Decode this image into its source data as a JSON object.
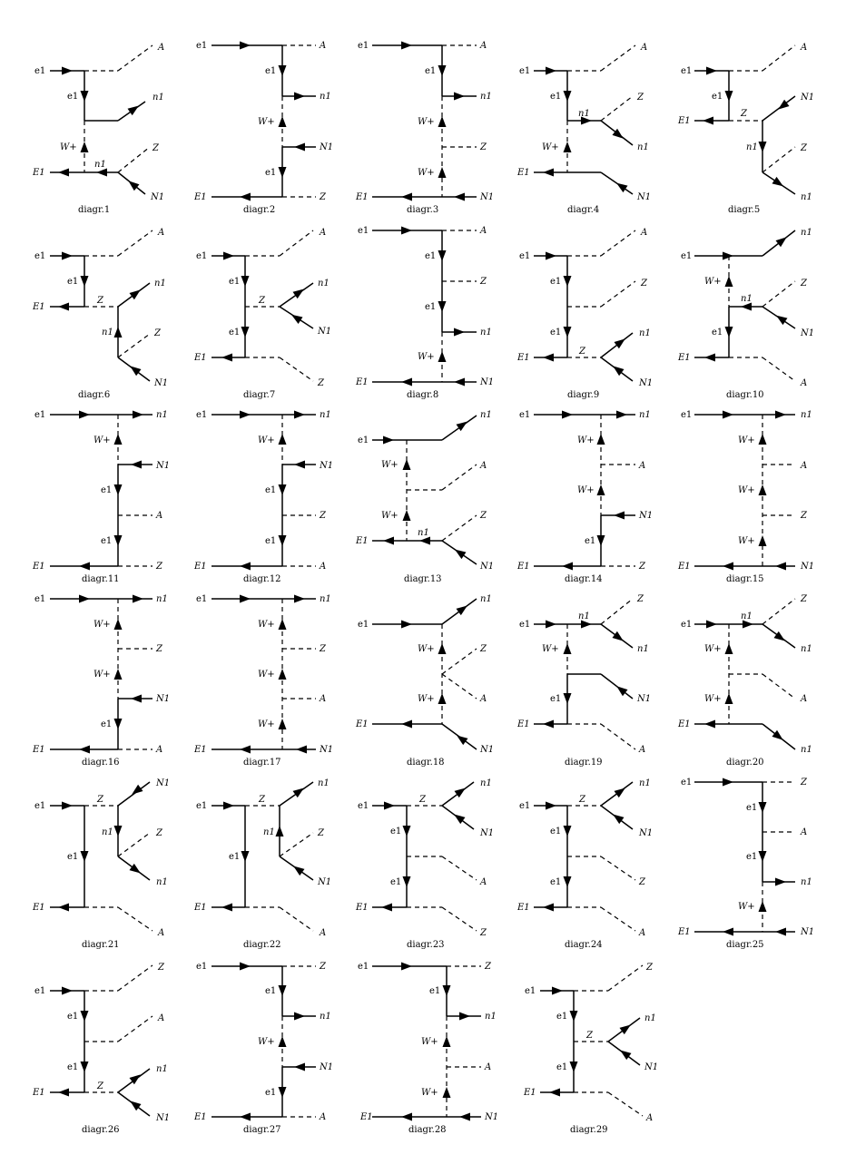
{
  "diagrams": [
    {
      "caption": "diagr.1"
    },
    {
      "caption": "diagr.2"
    },
    {
      "caption": "diagr.3"
    },
    {
      "caption": "diagr.4"
    },
    {
      "caption": "diagr.5"
    },
    {
      "caption": "diagr.6"
    },
    {
      "caption": "diagr.7"
    },
    {
      "caption": "diagr.8"
    },
    {
      "caption": "diagr.9"
    },
    {
      "caption": "diagr.10"
    },
    {
      "caption": "diagr.11"
    },
    {
      "caption": "diagr.12"
    },
    {
      "caption": "diagr.13"
    },
    {
      "caption": "diagr.14"
    },
    {
      "caption": "diagr.15"
    },
    {
      "caption": "diagr.16"
    },
    {
      "caption": "diagr.17"
    },
    {
      "caption": "diagr.18"
    },
    {
      "caption": "diagr.19"
    },
    {
      "caption": "diagr.20"
    },
    {
      "caption": "diagr.21"
    },
    {
      "caption": "diagr.22"
    },
    {
      "caption": "diagr.23"
    },
    {
      "caption": "diagr.24"
    },
    {
      "caption": "diagr.25"
    },
    {
      "caption": "diagr.26"
    },
    {
      "caption": "diagr.27"
    },
    {
      "caption": "diagr.28"
    },
    {
      "caption": "diagr.29"
    }
  ],
  "particles": {
    "e1": "e1",
    "E1": "E1",
    "n1": "n1",
    "N1": "N1",
    "A": "A",
    "Z": "Z",
    "W+": "W+"
  }
}
